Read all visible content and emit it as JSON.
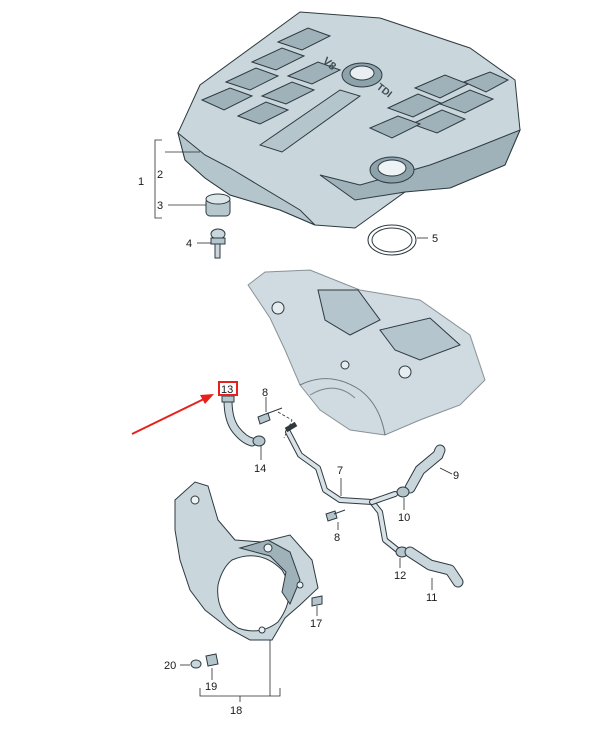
{
  "diagram": {
    "cover_embossed_text": "V8",
    "cover_badge_text": "TDI",
    "highlighted_callout": "13",
    "callouts": {
      "c1": "1",
      "c2": "2",
      "c3": "3",
      "c4": "4",
      "c5": "5",
      "c7": "7",
      "c8a": "8",
      "c8b": "8",
      "c9": "9",
      "c10": "10",
      "c11": "11",
      "c12": "12",
      "c13": "13",
      "c14": "14",
      "c17": "17",
      "c18": "18",
      "c19": "19",
      "c20": "20"
    },
    "colors": {
      "highlight": "#e8201b",
      "arrow": "#e8201b",
      "line": "#2b2b2b",
      "part_fill": "#c9d7dd"
    }
  }
}
